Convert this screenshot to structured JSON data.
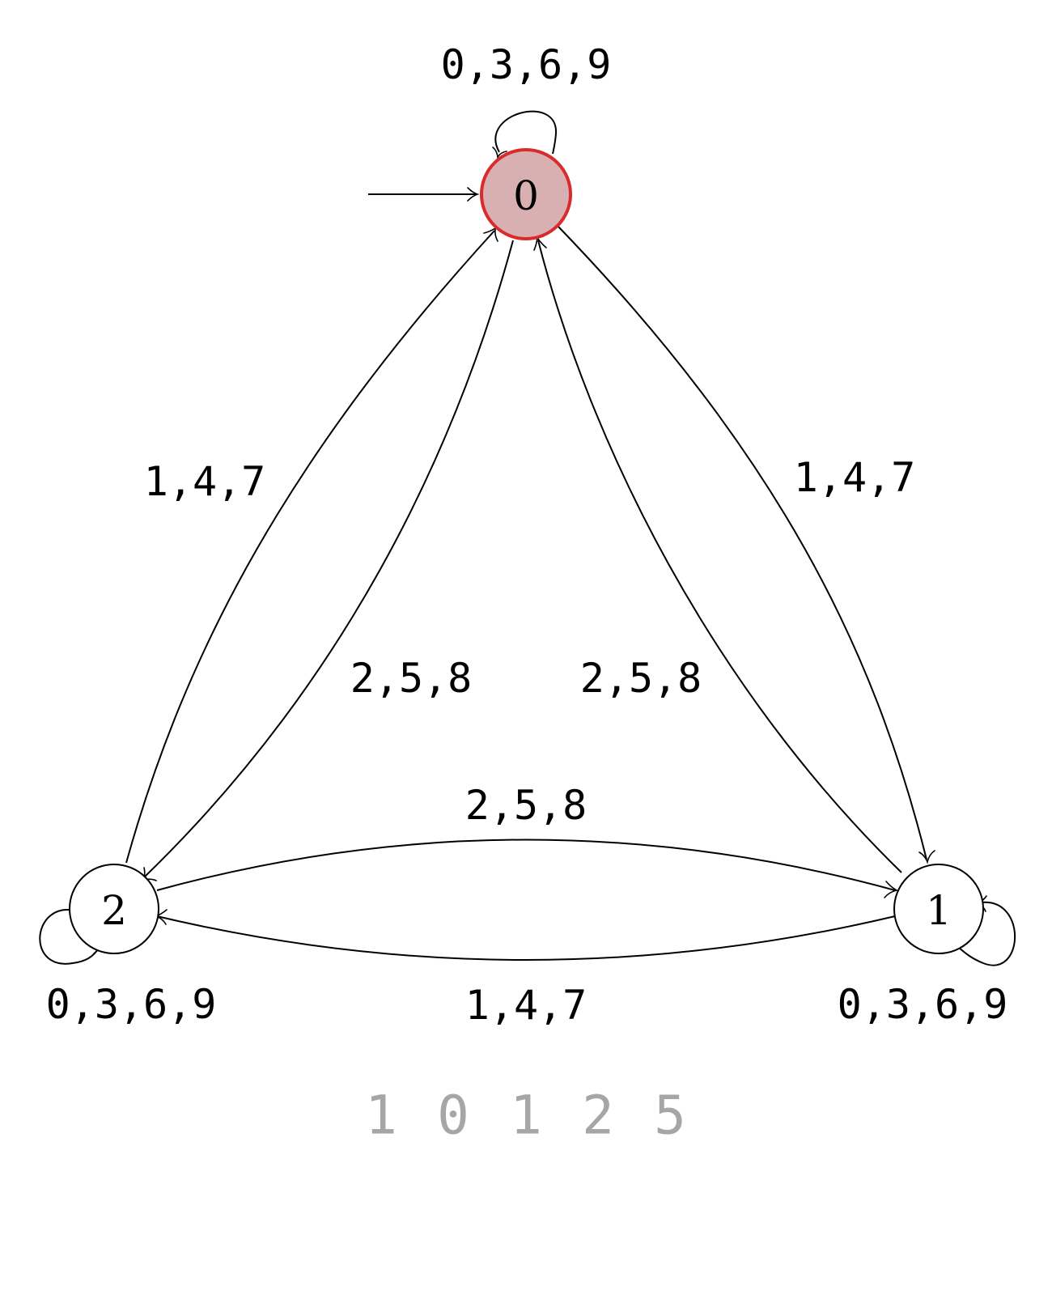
{
  "colors": {
    "active_fill": "#d9b0b2",
    "active_stroke": "#d92b2b",
    "input_digit": "#a6a6a6"
  },
  "states": [
    {
      "id": "s0",
      "label": "0",
      "active": true,
      "initial": true
    },
    {
      "id": "s1",
      "label": "1",
      "active": false,
      "initial": false
    },
    {
      "id": "s2",
      "label": "2",
      "active": false,
      "initial": false
    }
  ],
  "edge_labels": {
    "self_0": "0,3,6,9",
    "self_1": "0,3,6,9",
    "self_2": "0,3,6,9",
    "e_0_to_1": "1,4,7",
    "e_1_to_0": "2,5,8",
    "e_0_to_2": "2,5,8",
    "e_2_to_0": "1,4,7",
    "e_2_to_1": "2,5,8",
    "e_1_to_2": "1,4,7"
  },
  "input_digits": [
    "1",
    "0",
    "1",
    "2",
    "5"
  ]
}
